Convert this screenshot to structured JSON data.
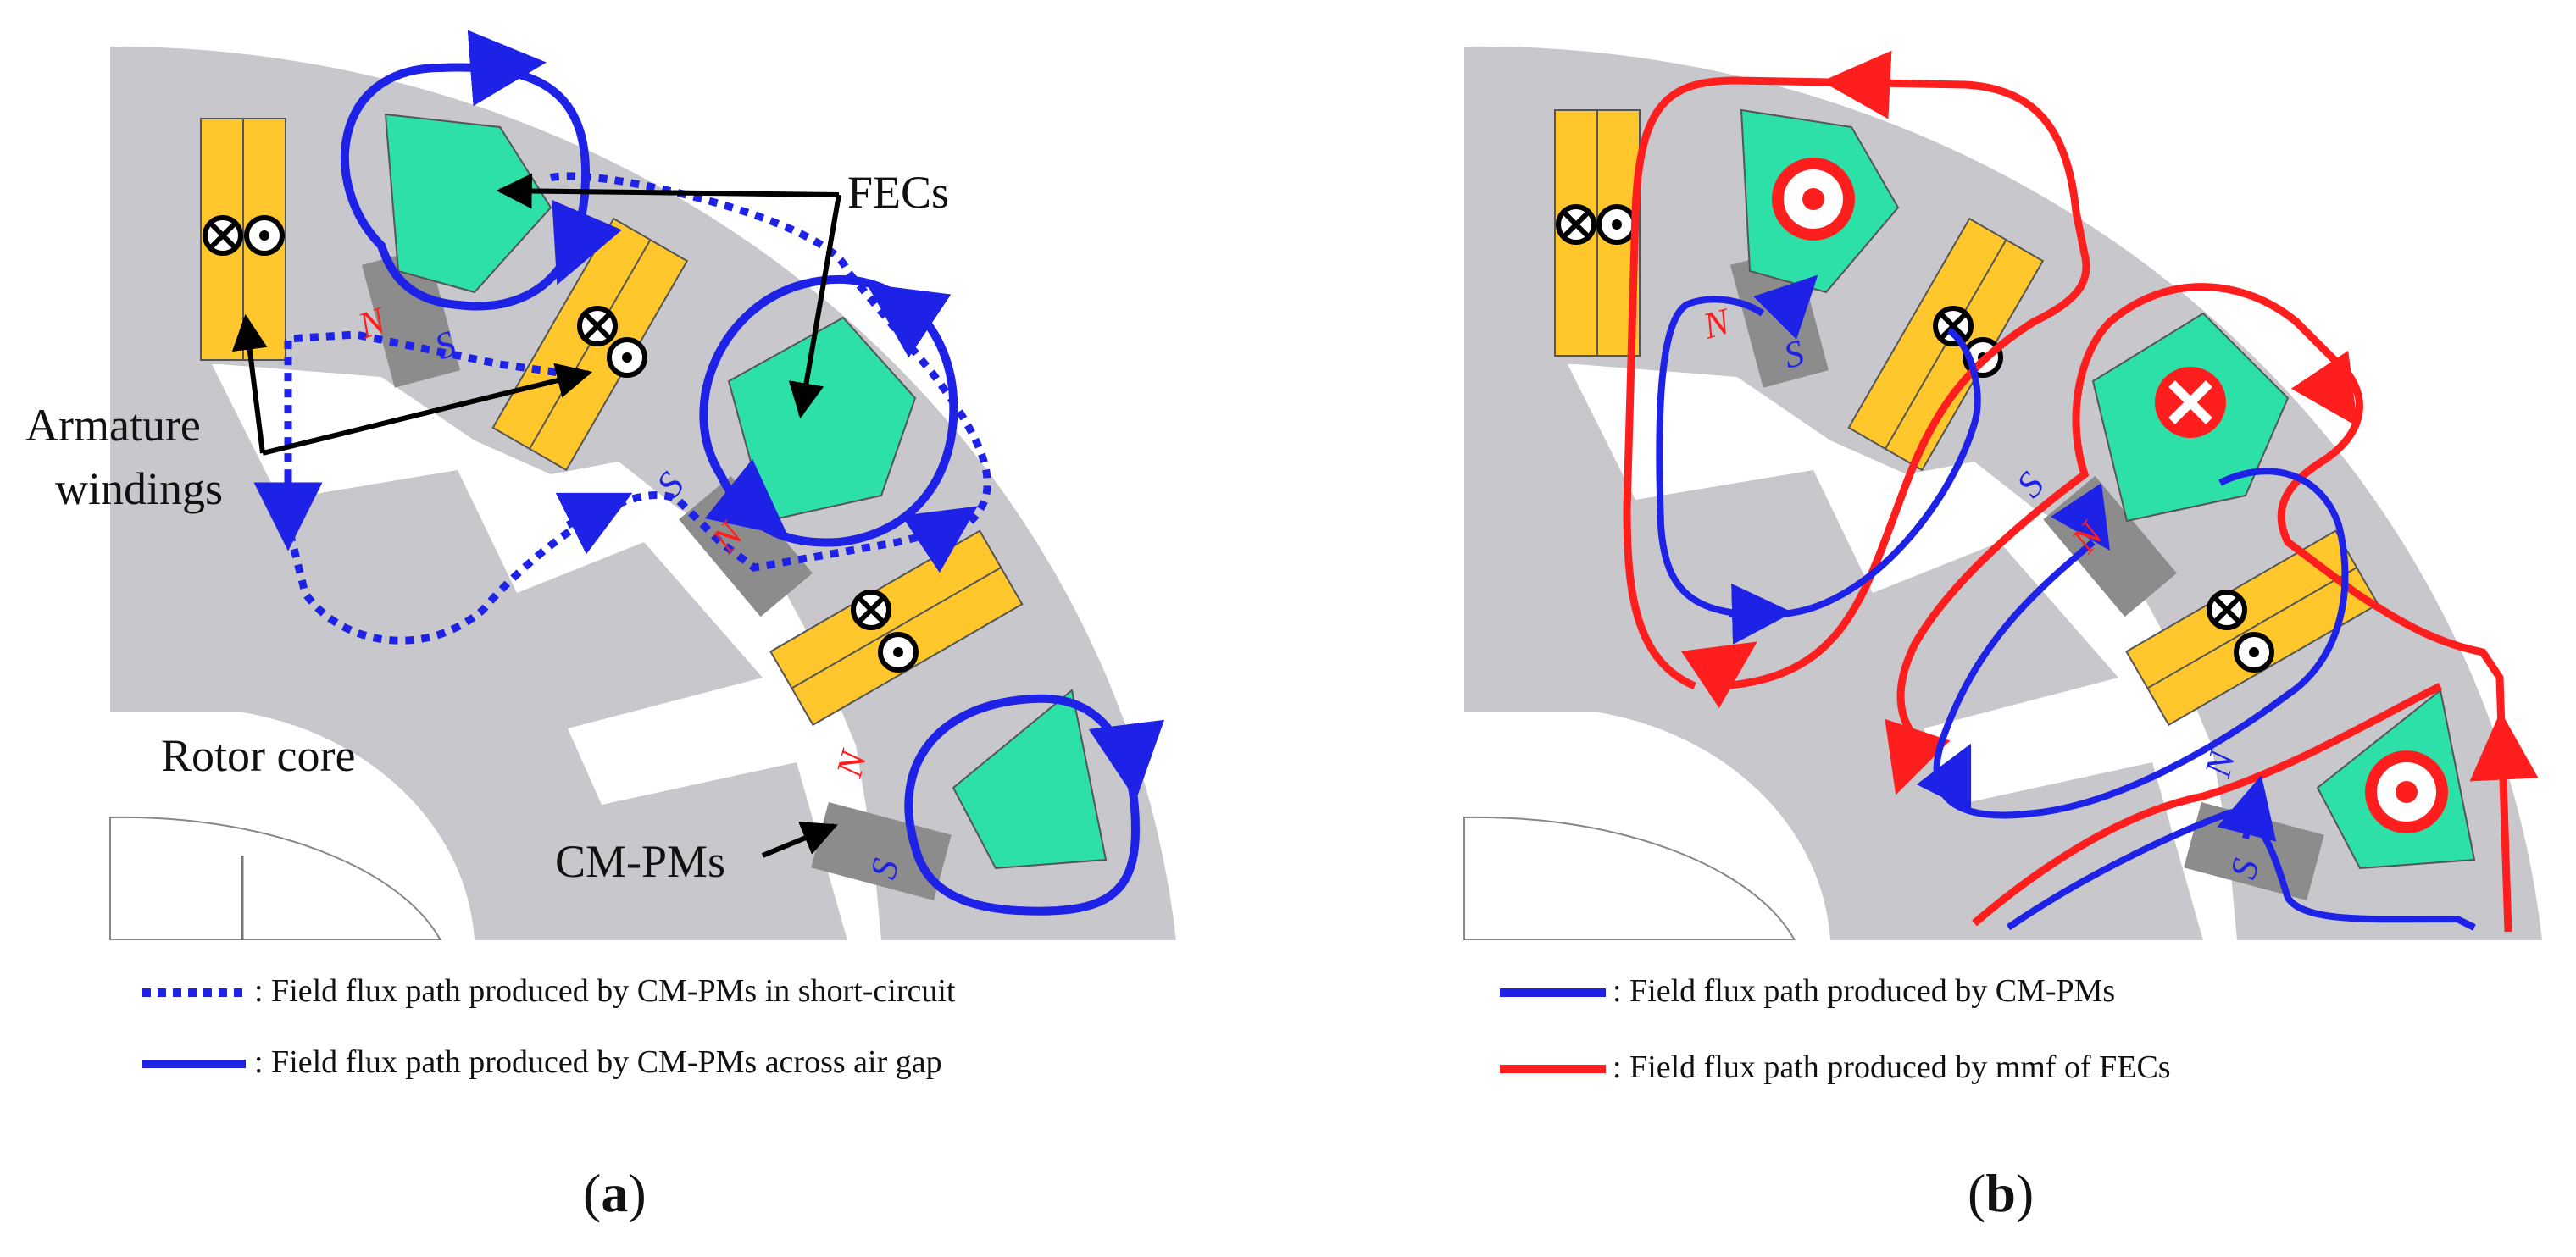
{
  "colors": {
    "core": "#c8c7cc",
    "winding": "#ffc72c",
    "fec": "#2de0a7",
    "pm": "#8c8c8c",
    "cm_pm_flux": "#1e22e6",
    "fec_flux": "#ff1e1e",
    "pole_n": "#ff1e1e",
    "pole_s": "#1e22e6"
  },
  "panel_a": {
    "labels": {
      "fecs": "FECs",
      "armature_line1": "Armature",
      "armature_line2": "windings",
      "rotor_core": "Rotor core",
      "cm_pms": "CM-PMs"
    },
    "pole_marks": [
      "N",
      "S",
      "S",
      "N",
      "N",
      "S"
    ],
    "legend": [
      {
        "style": "dotted",
        "color": "#1e22e6",
        "text": ": Field flux path produced by CM-PMs in short-circuit"
      },
      {
        "style": "solid",
        "color": "#1e22e6",
        "text": ": Field flux path produced by CM-PMs across air gap"
      }
    ],
    "caption_letter": "a"
  },
  "panel_b": {
    "pole_marks": [
      "N",
      "S",
      "S",
      "N",
      "N",
      "S"
    ],
    "legend": [
      {
        "style": "solid",
        "color": "#1e22e6",
        "text": ": Field flux path produced by CM-PMs"
      },
      {
        "style": "solid",
        "color": "#ff1e1e",
        "text": ": Field flux path produced by mmf of FECs"
      }
    ],
    "caption_letter": "b"
  },
  "icons": [
    "current-into-page-icon",
    "current-out-of-page-icon"
  ]
}
